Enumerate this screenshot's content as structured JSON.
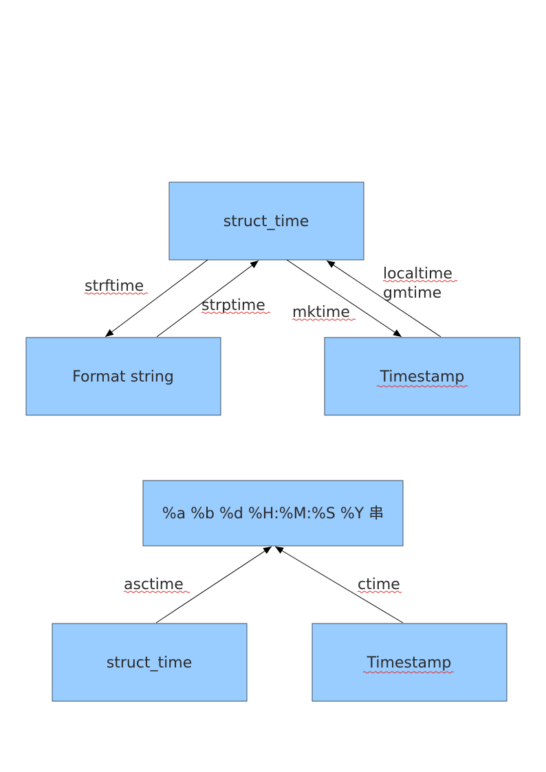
{
  "diagram_top": {
    "nodes": {
      "struct_time": "struct_time",
      "format_string": "Format string",
      "timestamp": "Timestamp"
    },
    "edges": {
      "strftime": "strftime",
      "strptime": "strptime",
      "mktime": "mktime",
      "localtime": "localtime",
      "gmtime": "gmtime"
    }
  },
  "diagram_bottom": {
    "nodes": {
      "format_output": "%a %b %d %H:%M:%S %Y 串",
      "struct_time": "struct_time",
      "timestamp": "Timestamp"
    },
    "edges": {
      "asctime": "asctime",
      "ctime": "ctime"
    }
  },
  "colors": {
    "node_fill": "#99ccff",
    "node_border": "#3f4f5f",
    "spellcheck_underline": "#e03030"
  }
}
